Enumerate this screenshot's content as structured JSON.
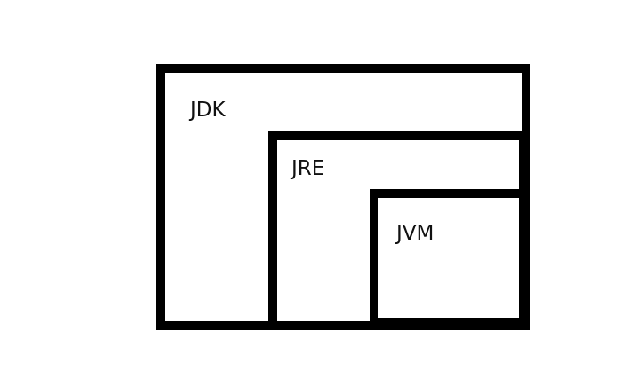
{
  "diagram": {
    "line_color": "#000000",
    "background_color": "#ffffff",
    "text_color": "#111111",
    "boxes": {
      "jdk": {
        "label": "JDK"
      },
      "jre": {
        "label": "JRE"
      },
      "jvm": {
        "label": "JVM"
      }
    }
  }
}
